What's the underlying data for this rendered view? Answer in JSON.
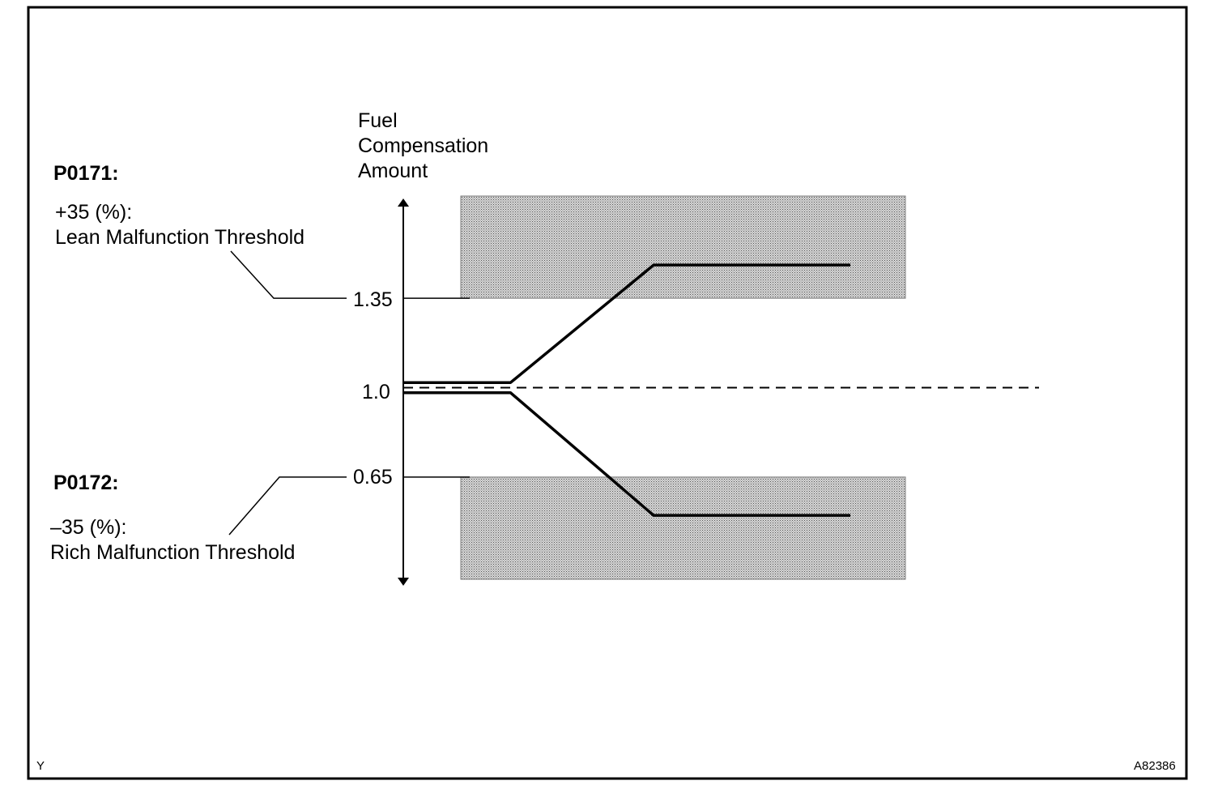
{
  "axis_title_lines": [
    "Fuel",
    "Compensation",
    "Amount"
  ],
  "codes": {
    "lean": {
      "code": "P0171:",
      "value_text": "+35 (%):",
      "label": "Lean Malfunction Threshold"
    },
    "rich": {
      "code": "P0172:",
      "value_text": "–35 (%):",
      "label": "Rich Malfunction Threshold"
    }
  },
  "footer": {
    "left": "Y",
    "right": "A82386"
  },
  "chart_data": {
    "type": "line",
    "yticks": [
      {
        "value": 1.35,
        "label": "1.35"
      },
      {
        "value": 1.0,
        "label": "1.0"
      },
      {
        "value": 0.65,
        "label": "0.65"
      }
    ],
    "ylim": [
      0.25,
      1.75
    ],
    "lean_threshold": 1.35,
    "rich_threshold": 0.65,
    "baseline": 1.0,
    "series": [
      {
        "points": [
          [
            0,
            1.02
          ],
          [
            0.12,
            1.02
          ],
          [
            0.28,
            1.48
          ],
          [
            0.5,
            1.48
          ]
        ]
      },
      {
        "points": [
          [
            0,
            0.98
          ],
          [
            0.12,
            0.98
          ],
          [
            0.28,
            0.5
          ],
          [
            0.5,
            0.5
          ]
        ]
      }
    ],
    "shaded_regions": [
      {
        "y_from": 1.35,
        "y_to": 1.75
      },
      {
        "y_from": 0.25,
        "y_to": 0.65
      }
    ],
    "colors": {
      "line": "#000000",
      "shade": "#c8c8c8",
      "frame": "#000000"
    }
  }
}
